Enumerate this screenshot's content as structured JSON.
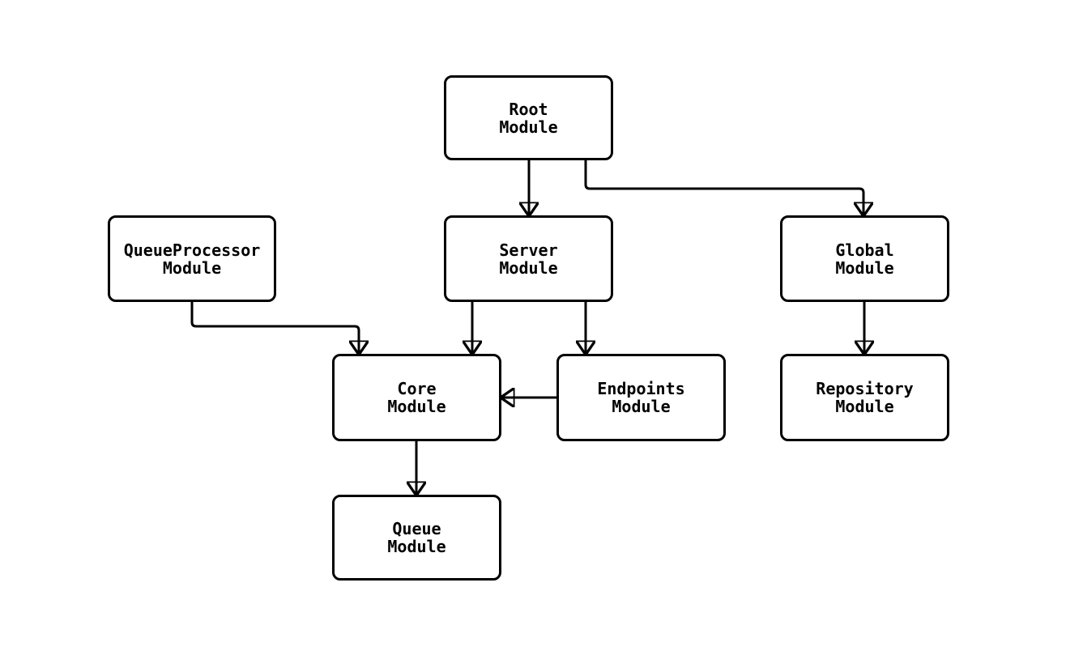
{
  "diagram": {
    "type": "flowchart",
    "background_color": "#ffffff",
    "node_fill_color": "#ffffff",
    "stroke_color": "#000000",
    "text_color": "#000000",
    "nodes": [
      {
        "id": "root",
        "label": "Root\nModule"
      },
      {
        "id": "queueprocessor",
        "label": "QueueProcessor\nModule"
      },
      {
        "id": "server",
        "label": "Server\nModule"
      },
      {
        "id": "global",
        "label": "Global\nModule"
      },
      {
        "id": "core",
        "label": "Core\nModule"
      },
      {
        "id": "endpoints",
        "label": "Endpoints\nModule"
      },
      {
        "id": "repository",
        "label": "Repository\nModule"
      },
      {
        "id": "queue",
        "label": "Queue\nModule"
      }
    ],
    "edges": [
      {
        "from": "Root Module",
        "to": "Server Module"
      },
      {
        "from": "Root Module",
        "to": "Global Module"
      },
      {
        "from": "QueueProcessor Module",
        "to": "Core Module"
      },
      {
        "from": "Server Module",
        "to": "Core Module"
      },
      {
        "from": "Server Module",
        "to": "Endpoints Module"
      },
      {
        "from": "Global Module",
        "to": "Repository Module"
      },
      {
        "from": "Endpoints Module",
        "to": "Core Module"
      },
      {
        "from": "Core Module",
        "to": "Queue Module"
      }
    ]
  }
}
